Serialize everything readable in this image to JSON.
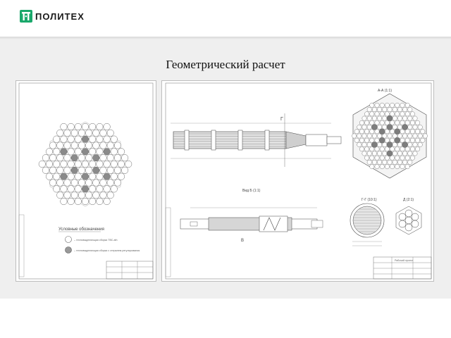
{
  "header": {
    "logo_text": "ПОЛИТЕХ",
    "logo_icon": "polytech-logo-icon",
    "brand_color": "#1aa86b"
  },
  "slide": {
    "title": "Геометрический расчет"
  },
  "drawing_left": {
    "legend_title": "Условные обозначения",
    "legend_item_1": "– тепловыделяющая сборка ТВС-ath",
    "legend_item_2": "– тепловыделяющая сборка с стержнем регулирования"
  },
  "drawing_right": {
    "section_aa": "А-А (1:1)",
    "view_b": "Вид Б (1:1)",
    "section_gg": "Г-Г (10:1)",
    "section_d": "Д (2:1)",
    "label_g": "Г",
    "label_v": "В",
    "title_block": "Рабочий проект"
  }
}
